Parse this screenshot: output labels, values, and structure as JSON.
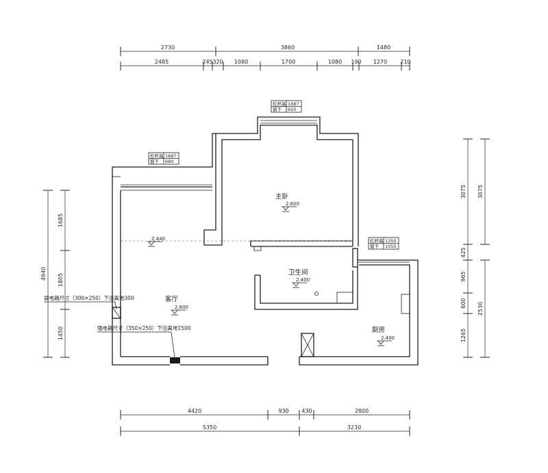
{
  "dimensions": {
    "top_overall": [
      "2730",
      "3860",
      "1480"
    ],
    "top_detail": [
      "2485",
      "245",
      "320",
      "1080",
      "1700",
      "1080",
      "190",
      "1270",
      "210"
    ],
    "bottom_detail": [
      "4420",
      "930",
      "430",
      "2800"
    ],
    "bottom_overall": [
      "5350",
      "3230"
    ],
    "left_overall": "4940",
    "left_detail": [
      "1685",
      "1805",
      "1450"
    ],
    "right_inner": [
      "3075",
      "425",
      "965",
      "600",
      "1265"
    ],
    "right_outer": [
      "3075",
      "2530"
    ]
  },
  "rooms": {
    "master_bedroom": {
      "name": "主卧",
      "elevation": "2.600"
    },
    "living_room": {
      "name": "客厅",
      "elevation": "2.600"
    },
    "bathroom": {
      "name": "卫生间",
      "elevation": "2.400"
    },
    "kitchen": {
      "name": "厨房",
      "elevation": "2.400"
    },
    "beam": {
      "elevation": "2.440"
    }
  },
  "window_tags": {
    "bedroom": {
      "row1_label": "栏杆高",
      "row1_value": "1687",
      "row2_label": "窗下",
      "row2_value": "650"
    },
    "living": {
      "row1_label": "栏杆高",
      "row1_value": "1687",
      "row2_label": "窗下",
      "row2_value": "680"
    },
    "kitchen": {
      "row1_label": "栏杆高",
      "row1_value": "1350",
      "row2_label": "窗下",
      "row2_value": "1050"
    }
  },
  "notes": {
    "weak_box": "弱电箱尺寸（300×250）下沿离地300",
    "strong_box": "强电箱尺寸（350×250）下沿离地1500"
  }
}
